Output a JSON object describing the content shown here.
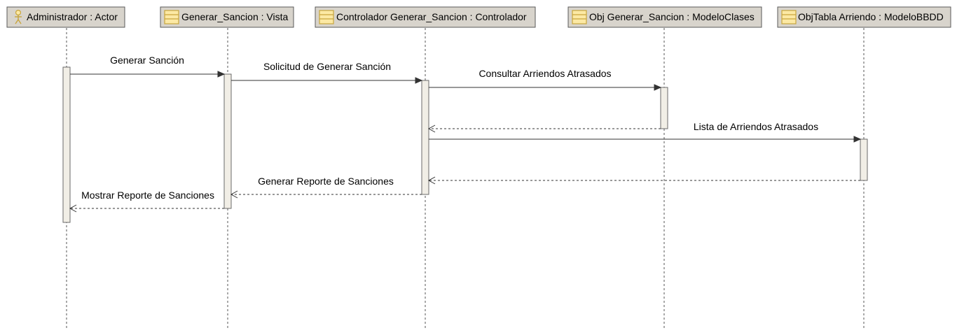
{
  "participants": [
    {
      "id": "admin",
      "label": "Administrador : Actor",
      "kind": "actor"
    },
    {
      "id": "vista",
      "label": "Generar_Sancion : Vista",
      "kind": "class"
    },
    {
      "id": "ctrl",
      "label": "Controlador Generar_Sancion : Controlador",
      "kind": "class"
    },
    {
      "id": "obj",
      "label": "Obj Generar_Sancion : ModeloClases",
      "kind": "class"
    },
    {
      "id": "tabla",
      "label": "ObjTabla Arriendo : ModeloBBDD",
      "kind": "class"
    }
  ],
  "messages": [
    {
      "from": "admin",
      "to": "vista",
      "label": "Generar Sanción",
      "kind": "sync"
    },
    {
      "from": "vista",
      "to": "ctrl",
      "label": "Solicitud de Generar Sanción",
      "kind": "sync"
    },
    {
      "from": "ctrl",
      "to": "obj",
      "label": "Consultar Arriendos Atrasados",
      "kind": "sync"
    },
    {
      "from": "obj",
      "to": "ctrl",
      "label": "",
      "kind": "return"
    },
    {
      "from": "ctrl",
      "to": "tabla",
      "label": "Lista de Arriendos Atrasados",
      "kind": "sync"
    },
    {
      "from": "tabla",
      "to": "ctrl",
      "label": "Generar Reporte de Sanciones",
      "kind": "return"
    },
    {
      "from": "ctrl",
      "to": "vista",
      "label": "",
      "kind": "return"
    },
    {
      "from": "vista",
      "to": "admin",
      "label": "Mostrar Reporte de Sanciones",
      "kind": "return"
    }
  ],
  "colors": {
    "header_fill": "#d8d4cc",
    "header_border": "#5a5a5a",
    "activation_fill": "#f1eee6",
    "activation_border": "#6a6a6a",
    "icon_fill": "#fce9a4",
    "icon_stroke": "#c8a53c",
    "lifeline": "#555555",
    "arrow": "#333333"
  }
}
